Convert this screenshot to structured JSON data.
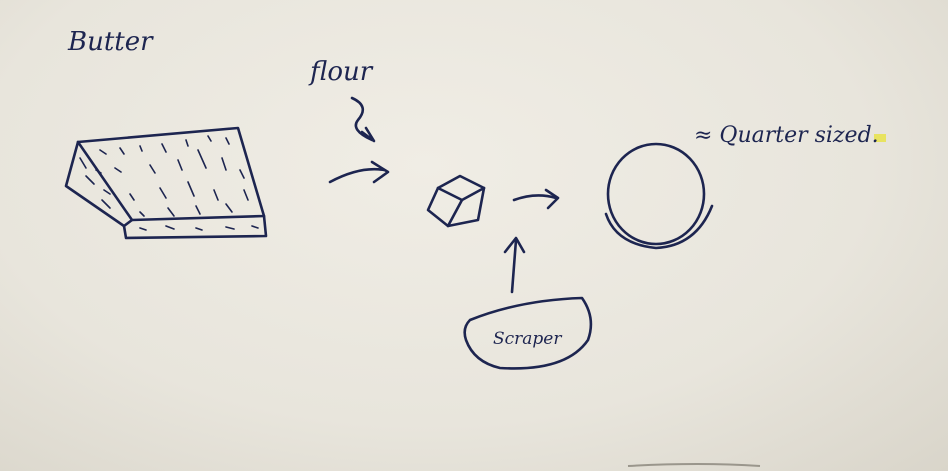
{
  "labels": {
    "butter": "Butter",
    "flour": "flour",
    "scraper": "Scraper",
    "size_note": "≈ Quarter sized."
  },
  "colors": {
    "paper": "#ece9e1",
    "ink": "#1d2550",
    "highlight": "#e8e34a"
  }
}
